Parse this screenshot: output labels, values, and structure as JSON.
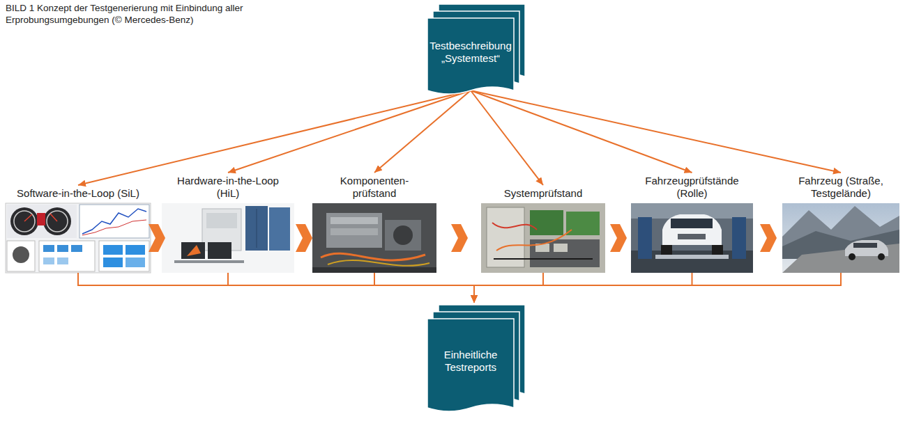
{
  "diagram": {
    "caption": "BILD 1 Konzept der Testgenerierung mit Einbindung aller Erprobungsumgebungen (© Mercedes-Benz)",
    "nodes": [
      {
        "text": [
          "Testbeschreibung „Systemtest“"
        ]
      },
      {
        "text": [
          "Software-in-the-Loop (SiL)"
        ]
      },
      {
        "text": [
          "Hardware-in-the-Loop (HiL)"
        ]
      },
      {
        "text": [
          "Komponenten- prüfstand"
        ]
      },
      {
        "text": [
          "Systemprüfstand"
        ]
      },
      {
        "text": [
          "Fahrzeugprüfstände (Rolle)"
        ]
      },
      {
        "text": [
          "Fahrzeug (Straße, Testgelände)"
        ]
      },
      {
        "text": [
          "Einheitliche Testreports"
        ]
      }
    ],
    "edges": [
      {
        "from": 0,
        "to": 1,
        "arrow": "to"
      },
      {
        "from": 0,
        "to": 2,
        "arrow": "to"
      },
      {
        "from": 0,
        "to": 3,
        "arrow": "to"
      },
      {
        "from": 0,
        "to": 4,
        "arrow": "to"
      },
      {
        "from": 0,
        "to": 5,
        "arrow": "to"
      },
      {
        "from": 0,
        "to": 6,
        "arrow": "to"
      },
      {
        "from": 1,
        "to": 7,
        "arrow": "to"
      },
      {
        "from": 2,
        "to": 7,
        "arrow": "to"
      },
      {
        "from": 3,
        "to": 7,
        "arrow": "to"
      },
      {
        "from": 4,
        "to": 7,
        "arrow": "to"
      },
      {
        "from": 5,
        "to": 7,
        "arrow": "to"
      },
      {
        "from": 6,
        "to": 7,
        "arrow": "to"
      }
    ]
  }
}
